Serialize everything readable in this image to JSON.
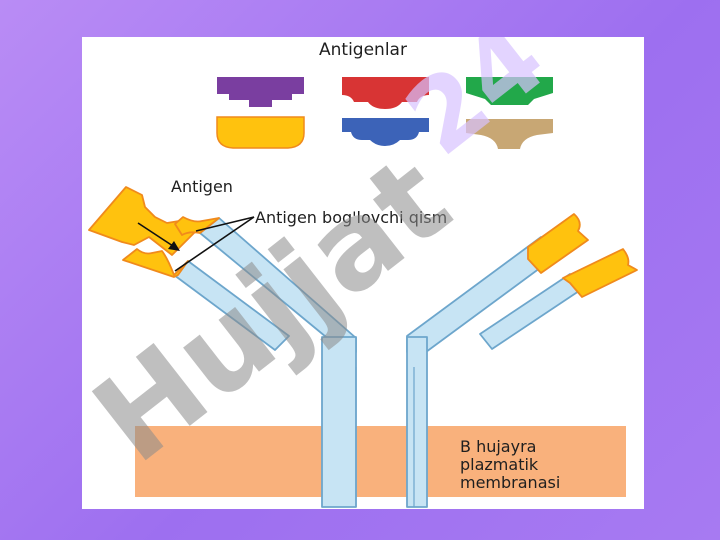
{
  "diagram": {
    "antigens_title": "Antigenlar",
    "antigen_label": "Antigen",
    "binding_site_label": "Antigen bog'lovchi qism",
    "membrane_label": [
      "B hujayra",
      "plazmatik",
      "membranasi"
    ],
    "watermark_main": "Hujjat",
    "watermark_suffix": "24"
  },
  "colors": {
    "purple": "#7a3ea0",
    "red": "#d83434",
    "green": "#22a84a",
    "yellow": "#ffc20e",
    "blue": "#3c63b8",
    "tan": "#c8a774",
    "antibody_fill": "#c7e4f4",
    "antibody_stroke": "#6da6cc",
    "membrane": "#f9b17c"
  }
}
